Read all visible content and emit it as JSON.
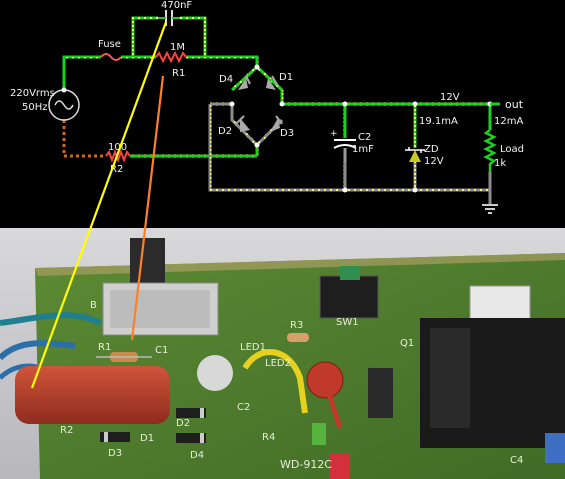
{
  "schematic": {
    "source_label": "220Vrms",
    "freq_label": "50Hz",
    "fuse_label": "Fuse",
    "c1_value": "470nF",
    "r1_value": "1M",
    "r1_label": "R1",
    "r2_value": "100",
    "r2_label": "R2",
    "d1_label": "D1",
    "d2_label": "D2",
    "d3_label": "D3",
    "d4_label": "D4",
    "c2_label": "C2",
    "c2_value": "1mF",
    "c2_plus": "+",
    "rail_voltage": "12V",
    "out_label": "out",
    "zd_current": "19.1mA",
    "zd_label": "ZD",
    "zd_voltage": "12V",
    "load_current": "12mA",
    "load_label": "Load",
    "load_value": "1k"
  },
  "pcb": {
    "silk_b": "B",
    "silk_r1": "R1",
    "silk_c1": "C1",
    "silk_sw1": "SW1",
    "silk_r3": "R3",
    "silk_q1": "Q1",
    "silk_led1": "LED1",
    "silk_led2": "LED2",
    "silk_c2": "C2",
    "silk_r4": "R4",
    "silk_r2": "R2",
    "silk_d1": "D1",
    "silk_d2": "D2",
    "silk_d3": "D3",
    "silk_d4": "D4",
    "silk_model": "WD-912C",
    "silk_c4": "C4"
  },
  "colors": {
    "wire_green": "#1fcf1f",
    "wire_yellow": "#ffff00",
    "wire_grey": "#9a9a9a",
    "wire_red": "#d2691e",
    "pointer_yellow": "#ffff00",
    "pointer_orange": "#ff7f27",
    "pcb_green": "#4f7a2e",
    "capacitor_red": "#b5432a"
  }
}
